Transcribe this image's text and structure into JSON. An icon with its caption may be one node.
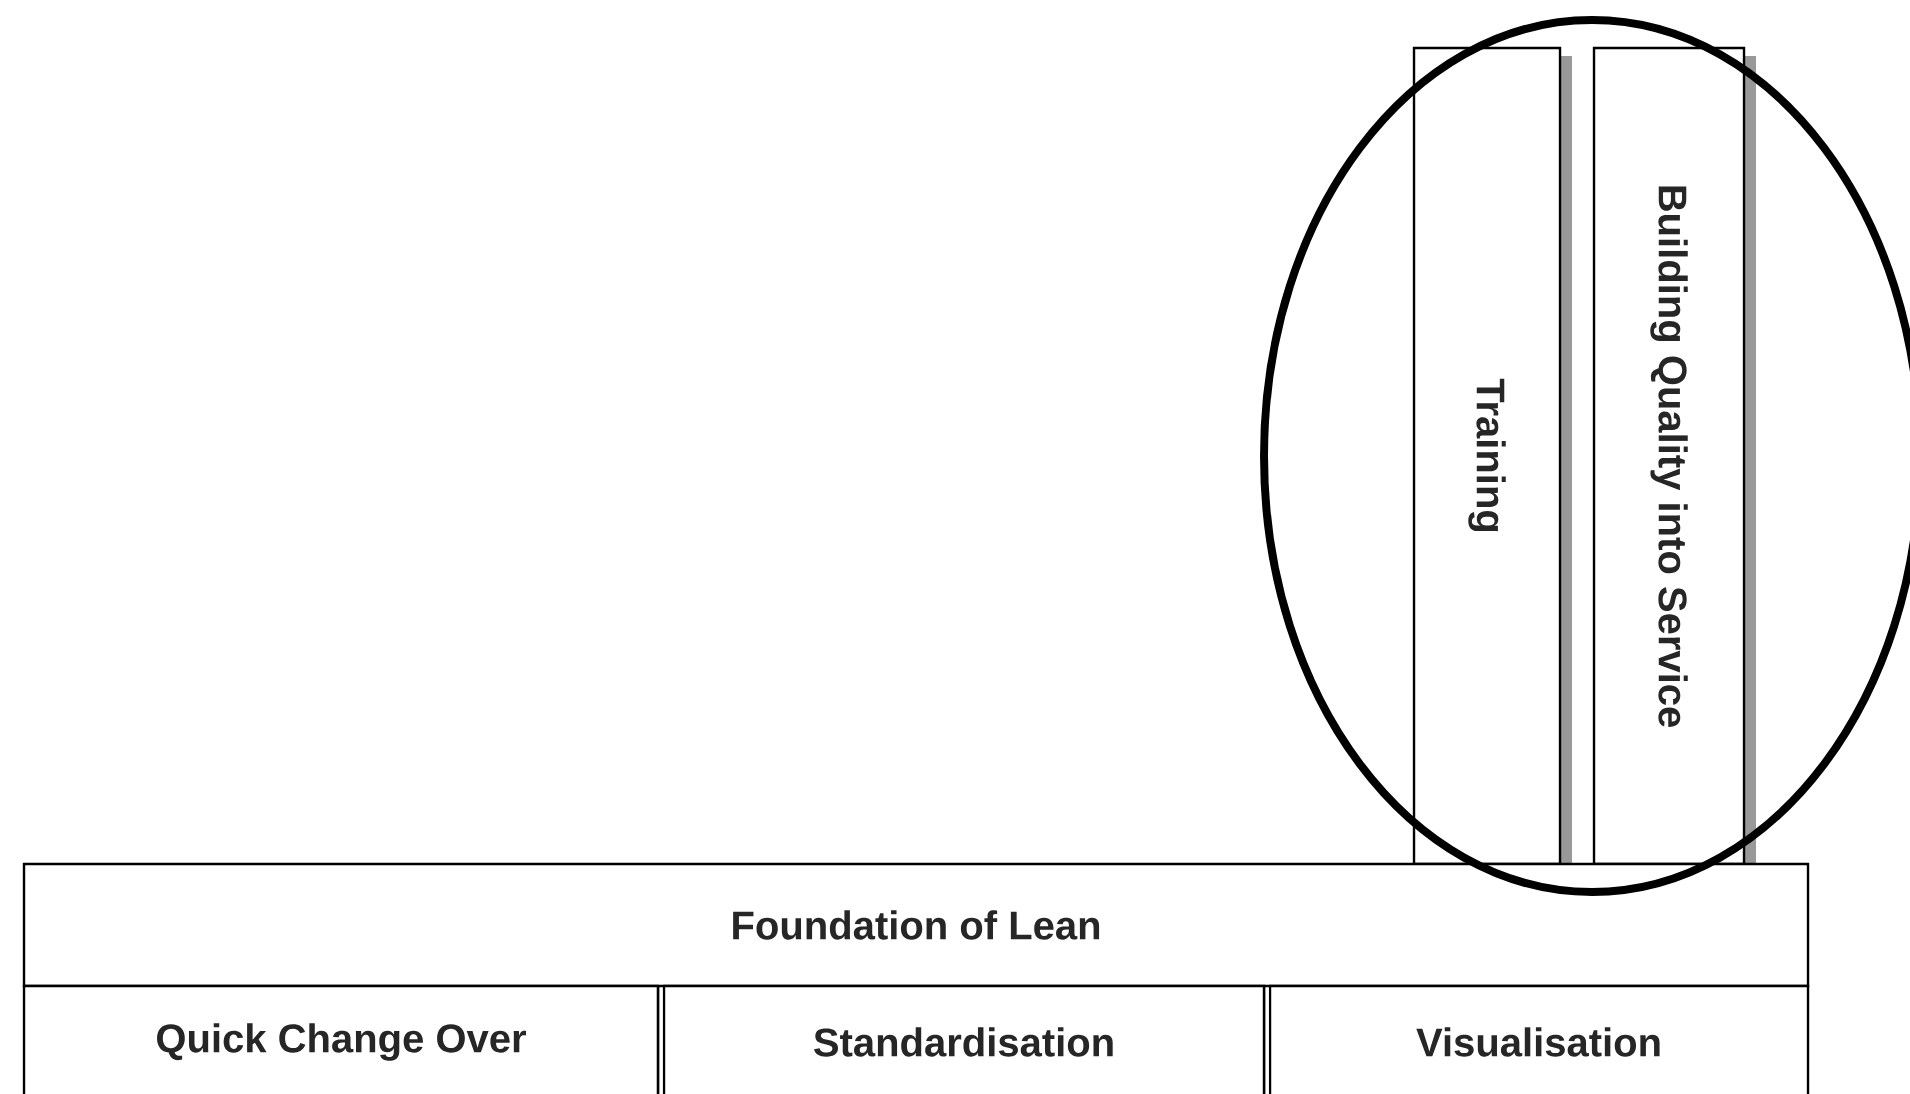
{
  "diagram": {
    "nodes": [
      {
        "text": [],
        "shape": "ellipse"
      },
      {
        "text": [
          "Training"
        ],
        "in": 0
      },
      {
        "text": [
          "Building Quality into Service"
        ],
        "in": 0
      },
      {
        "text": [
          "Foundation of Lean"
        ]
      },
      {
        "text": [
          "Quick Change Over"
        ]
      },
      {
        "text": [
          "Standardisation"
        ]
      },
      {
        "text": [
          "Visualisation"
        ]
      }
    ]
  }
}
